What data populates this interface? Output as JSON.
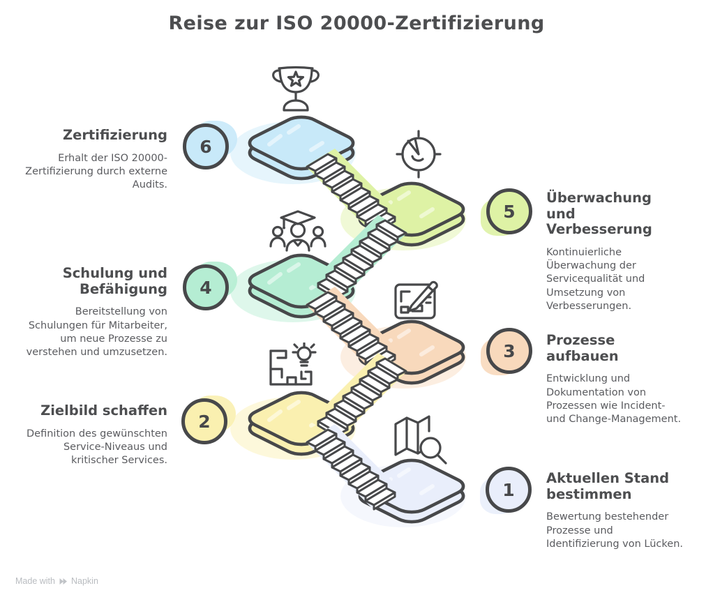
{
  "title": "Reise zur ISO 20000-Zertifizierung",
  "watermark": {
    "prefix": "Made with",
    "brand": "Napkin"
  },
  "colors": {
    "outline": "#47484a",
    "heading": "#4d4e50",
    "body": "#5a5b5f",
    "watermark": "#b9bcc0"
  },
  "steps": [
    {
      "num": "1",
      "title": "Aktuellen Stand\nbestimmen",
      "desc": "Bewertung bestehender Prozesse und Identifizierung von Lücken.",
      "color": "#e9eefb",
      "icon": "map-search-icon"
    },
    {
      "num": "2",
      "title": "Zielbild schaffen",
      "desc": "Definition des gewünschten Service-Niveaus und kritischer Services.",
      "color": "#faf0b0",
      "icon": "blueprint-bulb-icon"
    },
    {
      "num": "3",
      "title": "Prozesse\naufbauen",
      "desc": "Entwicklung und Dokumentation von Prozessen wie Incident- und Change-Management.",
      "color": "#f8d9bc",
      "icon": "blueprint-pencil-icon"
    },
    {
      "num": "4",
      "title": "Schulung und\nBefähigung",
      "desc": "Bereitstellung von Schulungen für Mitarbeiter, um neue Prozesse zu verstehen und umzusetzen.",
      "color": "#b5edd3",
      "icon": "graduation-people-icon"
    },
    {
      "num": "5",
      "title": "Überwachung\nund\nVerbesserung",
      "desc": "Kontinuierliche Überwachung der Servicequalität und Umsetzung von Verbesserungen.",
      "color": "#def2a5",
      "icon": "gauge-icon"
    },
    {
      "num": "6",
      "title": "Zertifizierung",
      "desc": "Erhalt der ISO 20000-Zertifizierung durch externe Audits.",
      "color": "#c8e9f9",
      "icon": "trophy-icon"
    }
  ]
}
